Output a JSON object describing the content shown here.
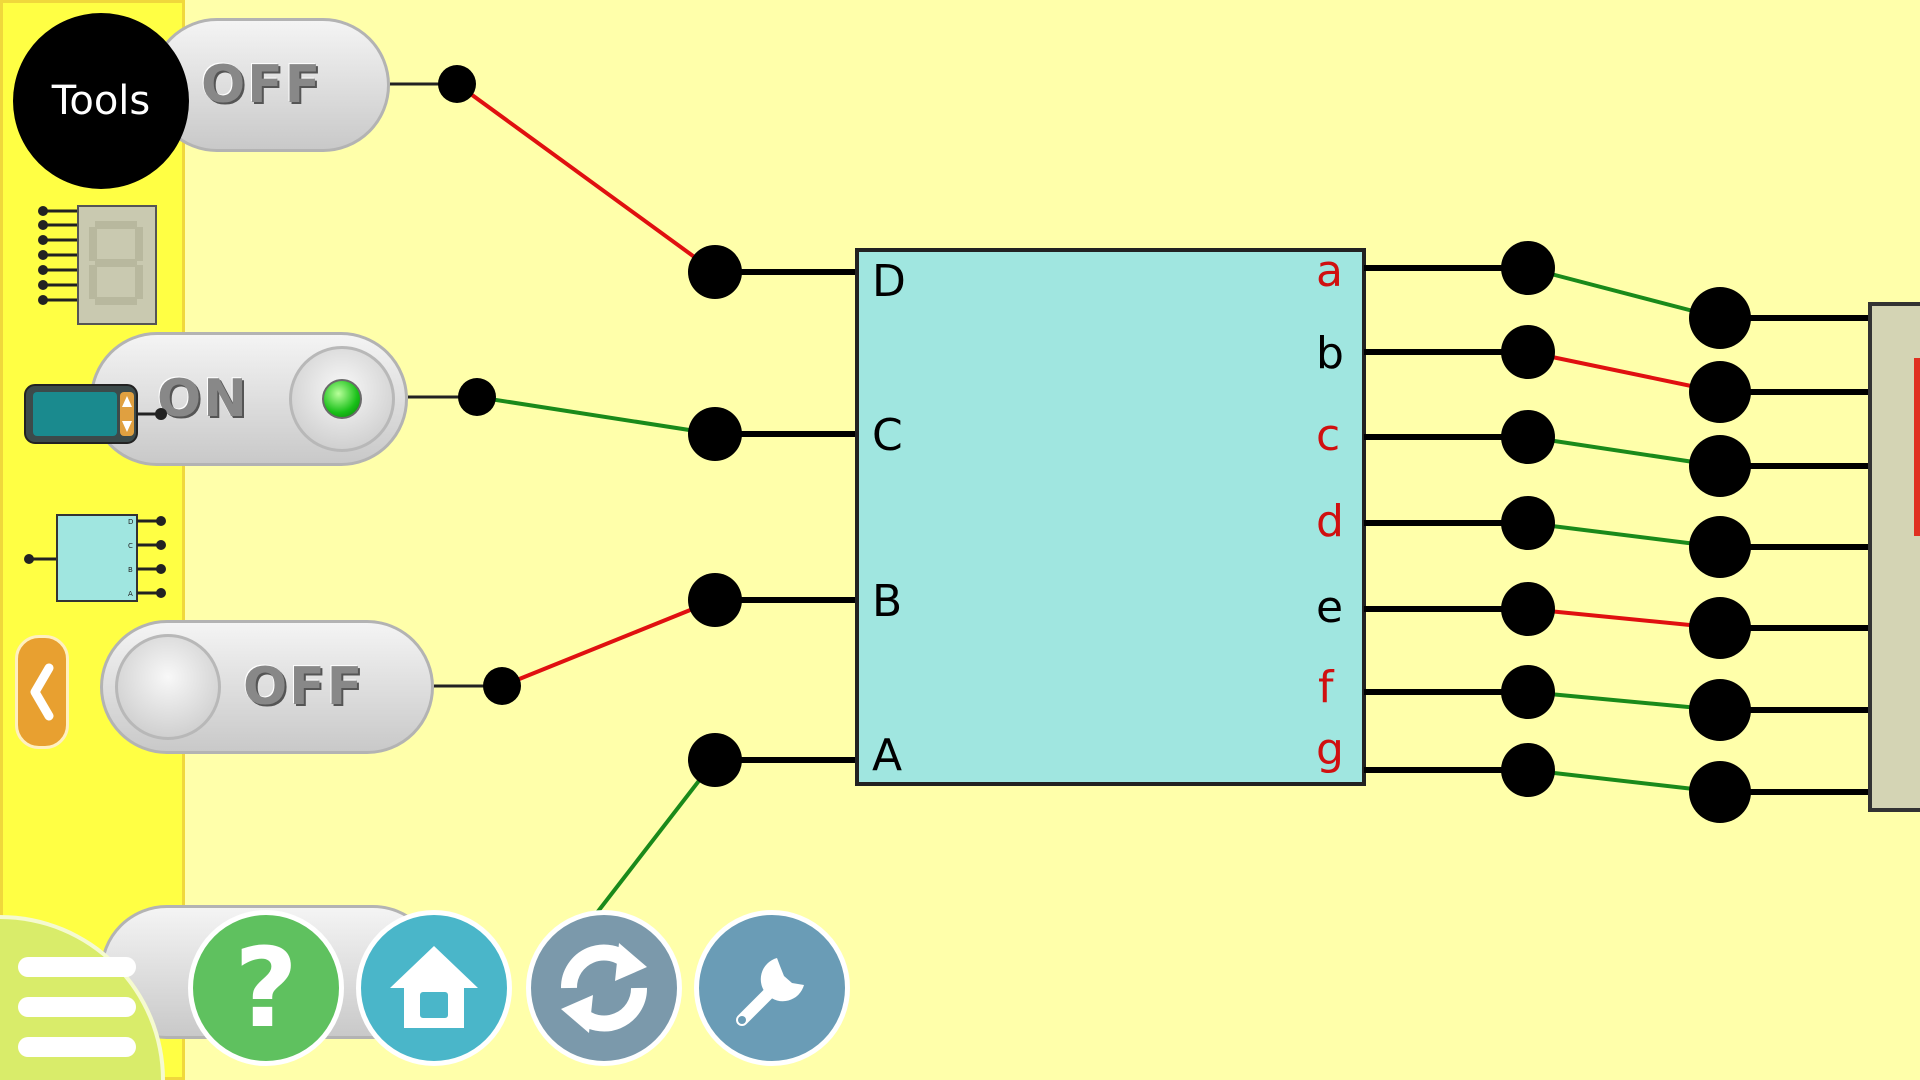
{
  "sidebar": {
    "title": "Tools",
    "items": [
      "seven-segment-display",
      "number-input",
      "bcd-decoder"
    ]
  },
  "switches": [
    {
      "id": "D",
      "state": "OFF"
    },
    {
      "id": "C",
      "state": "ON"
    },
    {
      "id": "B",
      "state": "OFF"
    },
    {
      "id": "A",
      "state": ""
    }
  ],
  "decoder": {
    "inputs": [
      "D",
      "C",
      "B",
      "A"
    ],
    "outputs": [
      {
        "label": "a",
        "active": true
      },
      {
        "label": "b",
        "active": false
      },
      {
        "label": "c",
        "active": true
      },
      {
        "label": "d",
        "active": true
      },
      {
        "label": "e",
        "active": false
      },
      {
        "label": "f",
        "active": true
      },
      {
        "label": "g",
        "active": true
      }
    ]
  },
  "colors": {
    "background": "#ffffaa",
    "sidebar": "#ffff44",
    "decoder_fill": "#a0e6e0",
    "wire_on": "#1a8a1a",
    "wire_off": "#e01010",
    "label_active": "#d01010",
    "label_inactive": "#000000"
  },
  "bottom_buttons": {
    "help": "help-icon",
    "home": "home-icon",
    "reset": "reset-icon",
    "settings": "wrench-icon"
  }
}
